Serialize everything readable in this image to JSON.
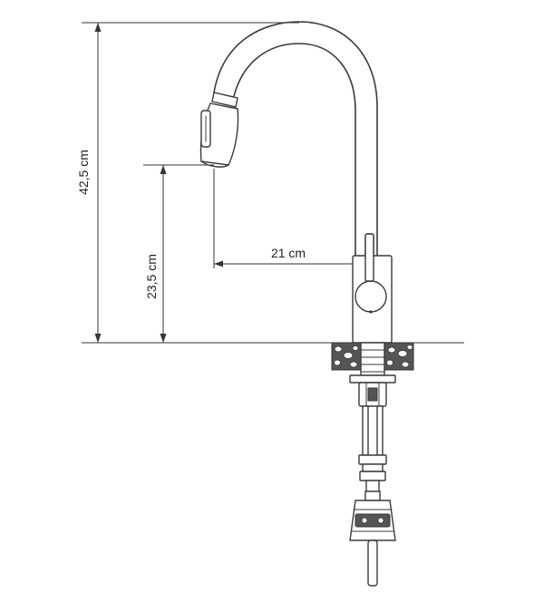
{
  "dimensions": {
    "total_height": "42,5 cm",
    "spout_height": "23,5 cm",
    "spout_reach": "21 cm"
  },
  "colors": {
    "line": "#3a3a3a",
    "granite": "#555555"
  }
}
